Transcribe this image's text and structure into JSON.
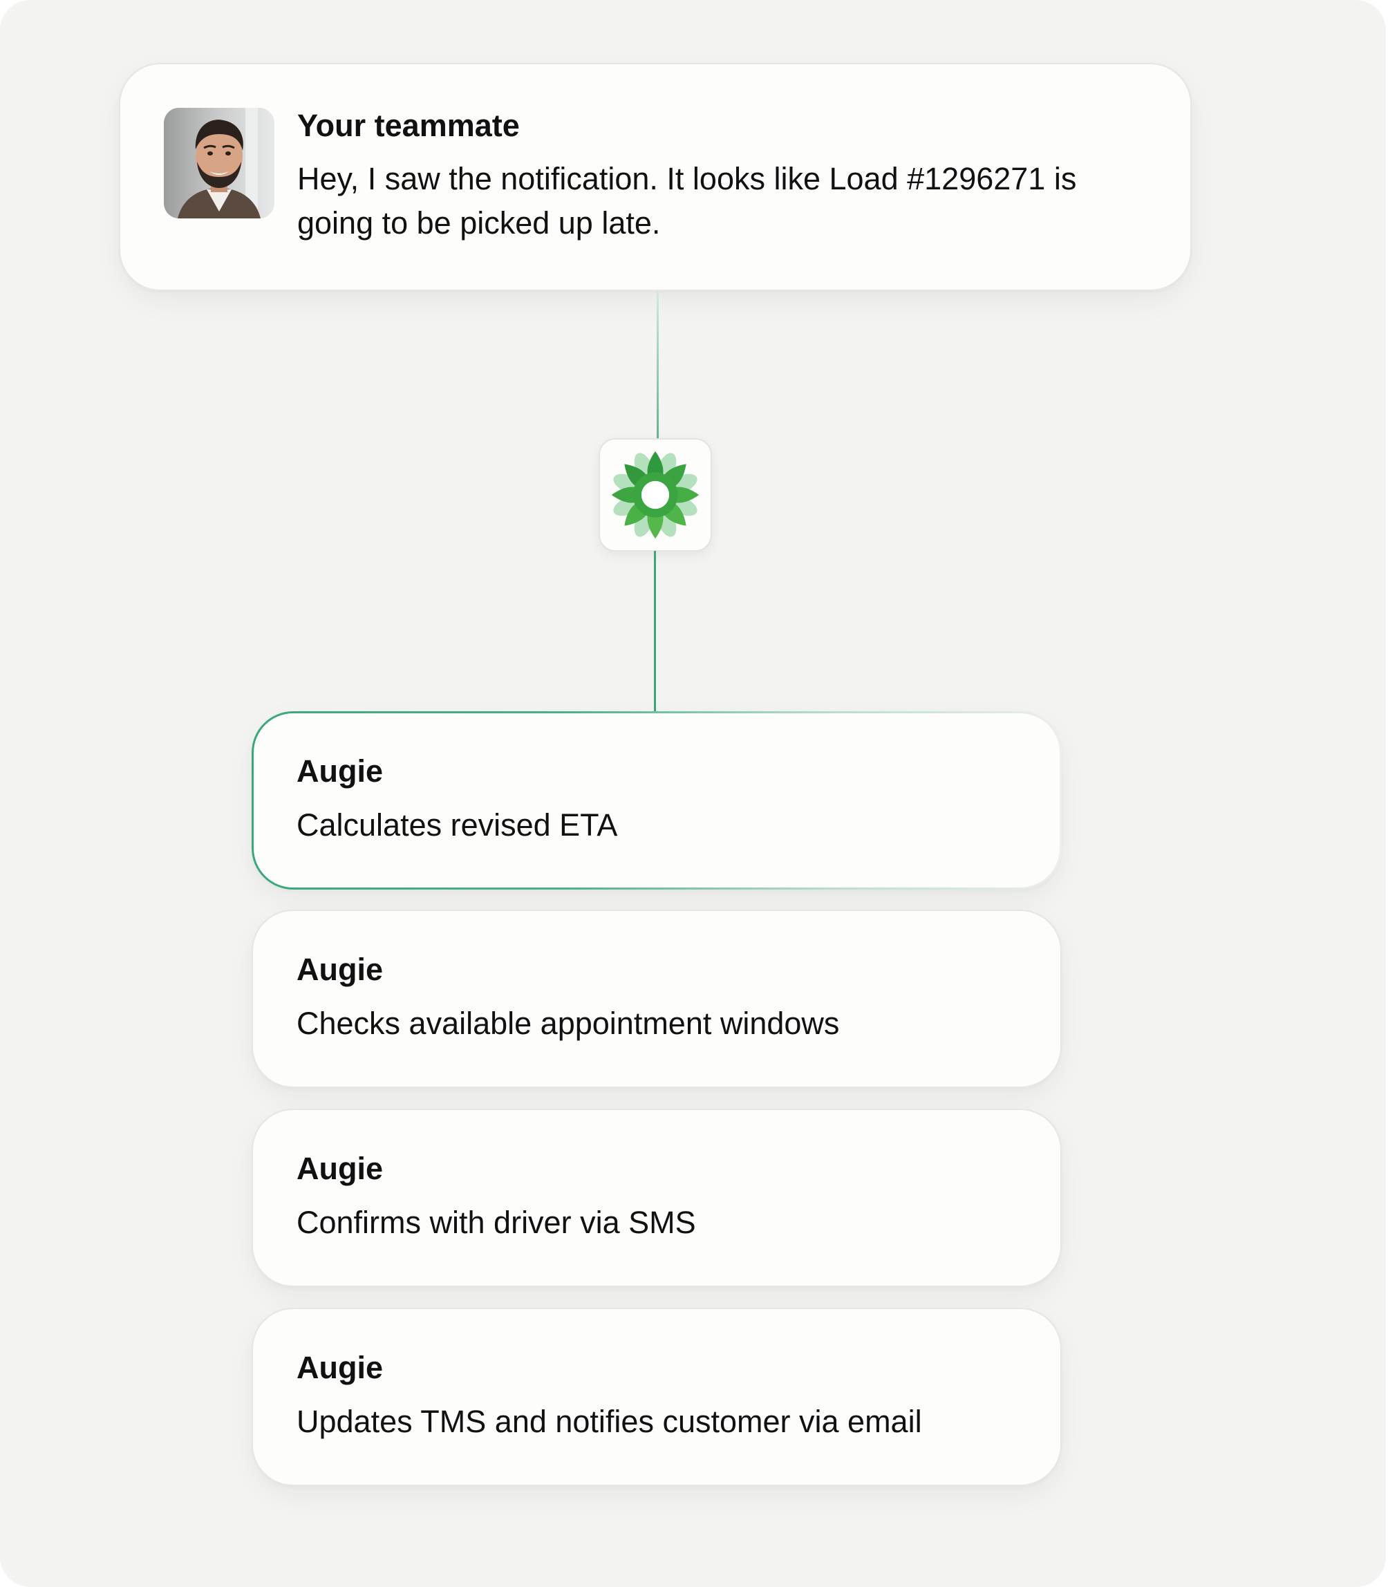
{
  "teammate_message": {
    "sender": "Your teammate",
    "text": "Hey, I saw the notification. It looks like Load #1296271 is going to be picked up late.",
    "avatar": "teammate-avatar-photo"
  },
  "agent": {
    "icon": "green-flower-logo-icon",
    "colors": {
      "petal_dark": "#2f9a3d",
      "petal_light": "#56b84a",
      "petal_halo": "#a9dcb4",
      "connector": "#3ba779"
    }
  },
  "steps": [
    {
      "actor": "Augie",
      "action": "Calculates revised ETA",
      "active": true
    },
    {
      "actor": "Augie",
      "action": "Checks available appointment windows",
      "active": false
    },
    {
      "actor": "Augie",
      "action": "Confirms with driver via SMS",
      "active": false
    },
    {
      "actor": "Augie",
      "action": "Updates TMS and notifies customer via email",
      "active": false
    }
  ]
}
